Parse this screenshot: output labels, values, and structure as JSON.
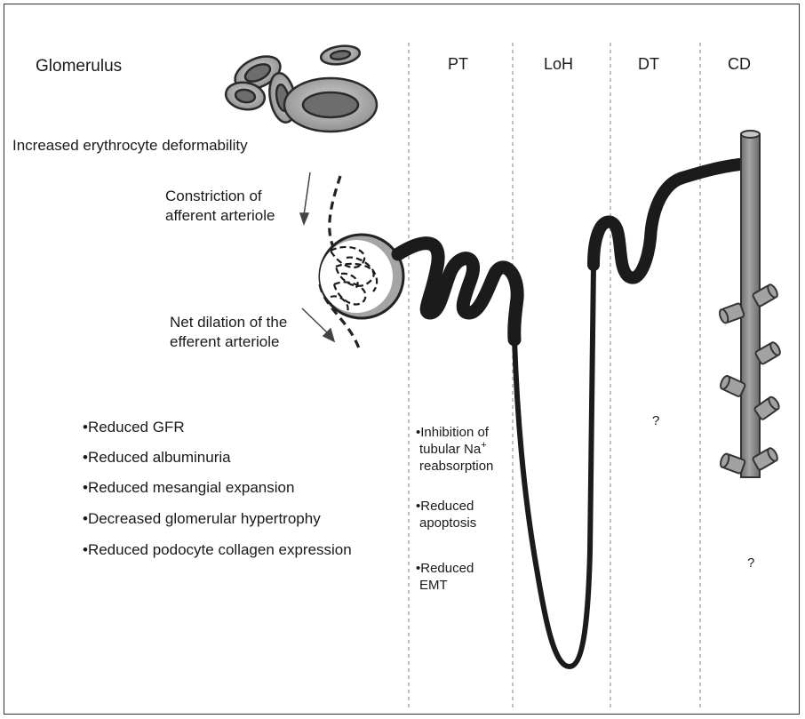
{
  "title": "Glomerulus",
  "segments": [
    "PT",
    "LoH",
    "DT",
    "CD"
  ],
  "annotations": {
    "erythrocyte": "Increased erythrocyte deformability",
    "afferent_line1": "Constriction of",
    "afferent_line2": "afferent arteriole",
    "efferent_line1": "Net dilation of the",
    "efferent_line2": "efferent arteriole"
  },
  "glomerular_effects": [
    "•Reduced GFR",
    "•Reduced albuminuria",
    "•Reduced mesangial expansion",
    "•Decreased glomerular hypertrophy",
    "•Reduced podocyte collagen expression"
  ],
  "pt_effects": {
    "na_line1": "•Inhibition of",
    "na_line2": "tubular Na",
    "na_sup": "+",
    "na_line3": "reabsorption",
    "apoptosis_line1": "•Reduced",
    "apoptosis_line2": "apoptosis",
    "emt_line1": "•Reduced",
    "emt_line2": "EMT"
  },
  "dt_effect": "?",
  "cd_effect": "?",
  "colors": {
    "tubule": "#1b1b1b",
    "collecting_duct": "#8a8a8a",
    "erythrocyte_fill": "#9a9a9a",
    "divider": "#999999"
  }
}
